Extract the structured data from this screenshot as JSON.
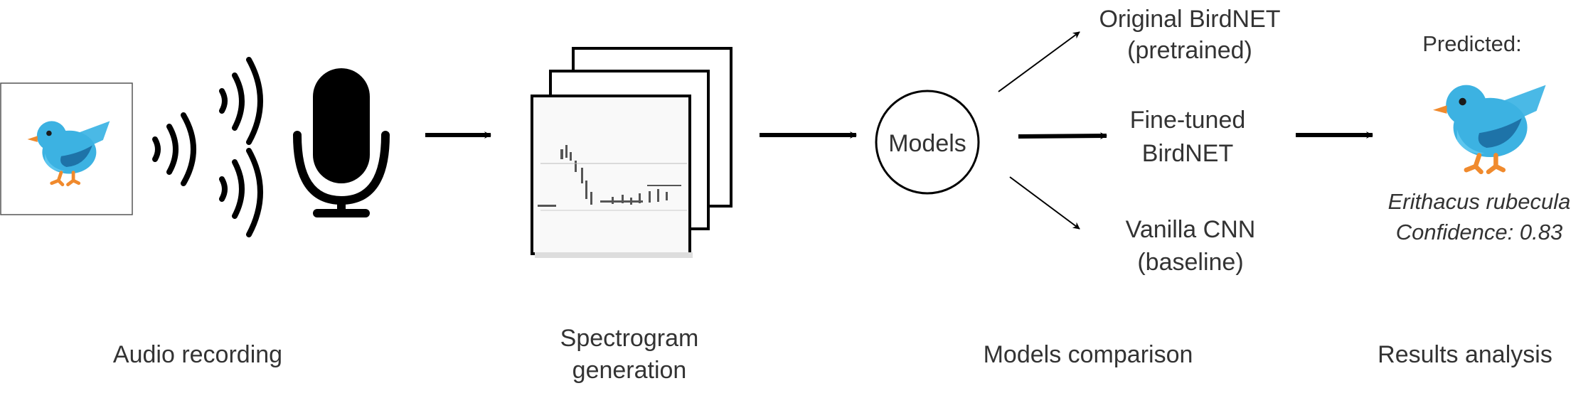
{
  "stages": {
    "audio_recording": "Audio recording",
    "spectrogram_line1": "Spectrogram",
    "spectrogram_line2": "generation",
    "models_comparison": "Models comparison",
    "results_analysis": "Results analysis"
  },
  "models_node": {
    "label": "Models"
  },
  "model_options": [
    {
      "line1": "Original BirdNET",
      "line2": "(pretrained)"
    },
    {
      "line1": "Fine-tuned",
      "line2": "BirdNET"
    },
    {
      "line1": "Vanilla CNN",
      "line2": "(baseline)"
    }
  ],
  "result": {
    "predicted_label": "Predicted:",
    "species": "Erithacus rubecula",
    "confidence": "Confidence: 0.83"
  },
  "icons": {
    "input_bird": "bird-icon",
    "sound_waves": "sound-waves-icon",
    "microphone": "microphone-icon",
    "spectrogram_stack": "spectrogram-stack-icon",
    "predicted_bird": "bird-icon"
  },
  "colors": {
    "text": "#333333",
    "bird_blue": "#3cb2e2",
    "bird_dark": "#1e73a8",
    "bird_beak": "#f08a2d",
    "line": "#000000"
  }
}
